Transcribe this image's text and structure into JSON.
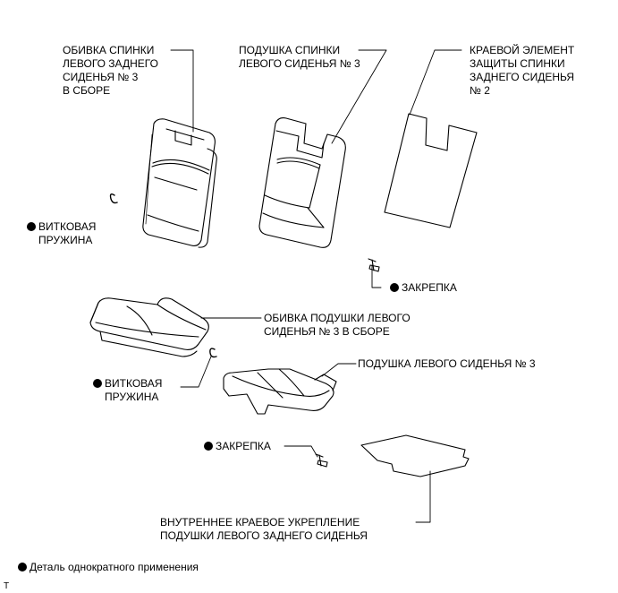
{
  "labels": {
    "seatback_cover": "ОБИВКА СПИНКИ\nЛЕВОГО ЗАДНЕГО\nСИДЕНЬЯ № 3\nВ СБОРЕ",
    "seatback_pad": "ПОДУШКА СПИНКИ\nЛЕВОГО СИДЕНЬЯ № 3",
    "seatback_edge_protector": "КРАЕВОЙ ЭЛЕМЕНТ\nЗАЩИТЫ СПИНКИ\nЗАДНЕГО СИДЕНЬЯ\n№ 2",
    "hog_ring_upper": "ВИТКОВАЯ\nПРУЖИНА",
    "clip_upper": "ЗАКРЕПКА",
    "cushion_cover": "ОБИВКА ПОДУШКИ ЛЕВОГО\nСИДЕНЬЯ № 3 В СБОРЕ",
    "hog_ring_lower": "ВИТКОВАЯ\nПРУЖИНА",
    "cushion_pad": "ПОДУШКА ЛЕВОГО СИДЕНЬЯ № 3",
    "clip_lower": "ЗАКРЕПКА",
    "cushion_edge_frame": "ВНУТРЕННЕЕ КРАЕВОЕ УКРЕПЛЕНИЕ\nПОДУШКИ ЛЕВОГО ЗАДНЕГО СИДЕНЬЯ"
  },
  "legend": {
    "text": "Деталь однократного применения"
  },
  "corner_mark": "T"
}
